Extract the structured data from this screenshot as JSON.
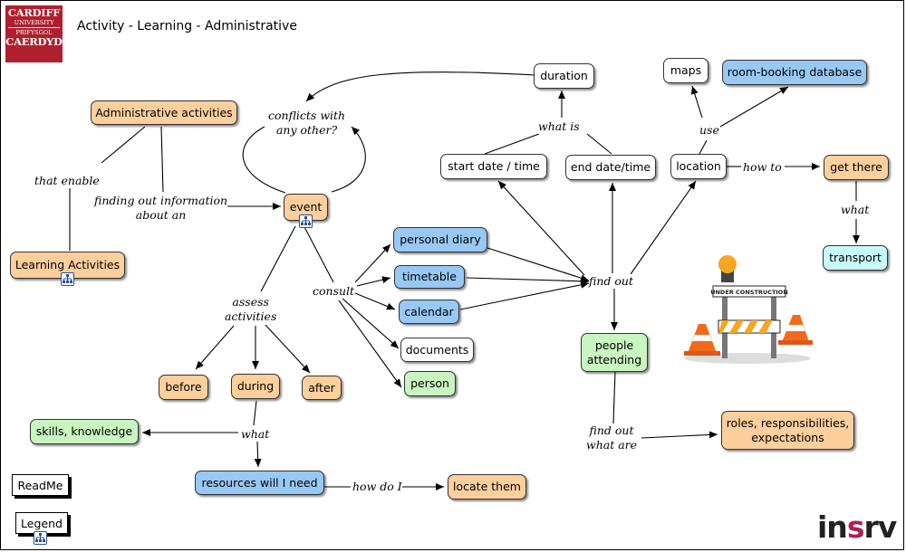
{
  "title": "Activity - Learning - Administrative",
  "logo": {
    "line1": "CARDIFF",
    "line2": "UNIVERSITY",
    "line3": "PRIFYSGOL",
    "line4": "CAERDYD"
  },
  "brand": {
    "part1": "in",
    "part2": "s",
    "part3": "rv"
  },
  "buttons": {
    "readme": "ReadMe",
    "legend": "Legend"
  },
  "construction_sign": "UNDER CONSTRUCTION",
  "colors": {
    "orange": "#fccf9c",
    "blue": "#98c8f4",
    "green": "#c9f5c0",
    "cyan": "#c8fafa",
    "brand_red": "#b01f2e"
  },
  "nodes": {
    "administrative_activities": "Administrative activities",
    "learning_activities": "Learning Activities",
    "event": "event",
    "duration": "duration",
    "start_date_time": "start date / time",
    "end_date_time": "end date/time",
    "location": "location",
    "maps": "maps",
    "room_booking_database": "room-booking database",
    "get_there": "get there",
    "transport": "transport",
    "personal_diary": "personal diary",
    "timetable": "timetable",
    "calendar": "calendar",
    "documents": "documents",
    "person": "person",
    "people_attending_1": "people",
    "people_attending_2": "attending",
    "before": "before",
    "during": "during",
    "after": "after",
    "skills_knowledge": "skills, knowledge",
    "resources": "resources will I need",
    "locate_them": "locate them",
    "roles_1": "roles, responsibilities,",
    "roles_2": "expectations"
  },
  "links": {
    "that_enable": "that enable",
    "finding_out_1": "finding out information",
    "finding_out_2": "about an",
    "conflicts_1": "conflicts with",
    "conflicts_2": "any other?",
    "what_is": "what is",
    "use": "use",
    "how_to": "how to",
    "what_transport": "what",
    "consult": "consult",
    "find_out": "find out",
    "assess_1": "assess",
    "assess_2": "activities",
    "what_resources": "what",
    "how_do_i": "how do I",
    "find_out_what_1": "find out",
    "find_out_what_2": "what are"
  }
}
